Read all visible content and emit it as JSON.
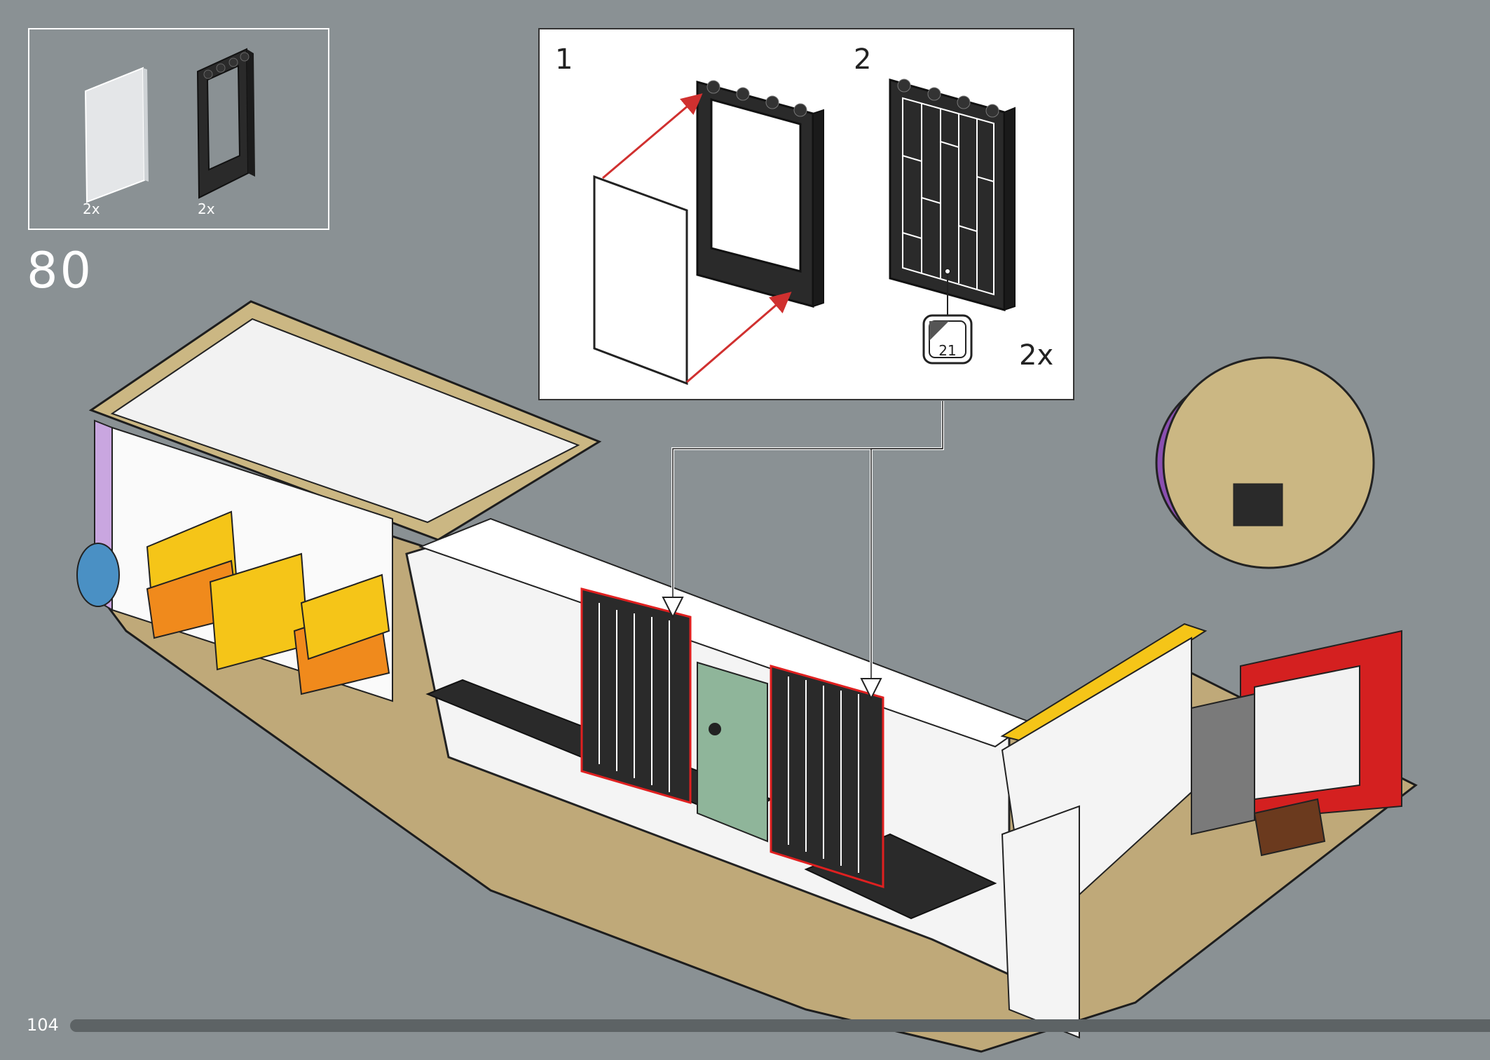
{
  "step": {
    "number": "80",
    "page_number": "104"
  },
  "parts_list": {
    "items": [
      {
        "name": "glass-panel",
        "quantity": "2x"
      },
      {
        "name": "window-frame",
        "quantity": "2x"
      }
    ]
  },
  "sub_assembly": {
    "step_1_label": "1",
    "step_2_label": "2",
    "sticker_number": "21",
    "multiplier": "2x"
  },
  "colors": {
    "background": "#8a9194",
    "frame_black": "#222222",
    "glass": "#e4e6e8",
    "arrow_red": "#d0302f",
    "highlight_red": "#e02020",
    "tan": "#cbb783",
    "baseplate_tan": "#bfa979",
    "white_brick": "#f4f4f4",
    "sand_green": "#8fb59a",
    "yellow": "#f5c518",
    "orange": "#f08a1c",
    "lavender": "#c9a6e0",
    "purple": "#8a4fb0",
    "red": "#d42020"
  },
  "icons": [
    "sticker-icon",
    "placement-arrow",
    "callout-line"
  ]
}
